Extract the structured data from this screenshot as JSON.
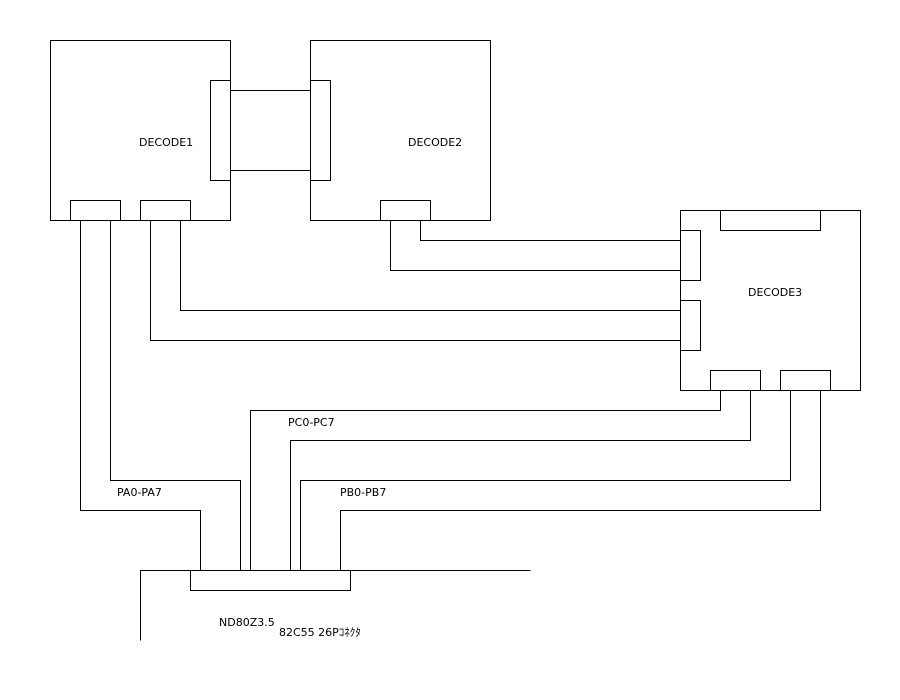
{
  "boards": {
    "decode1": "DECODE1",
    "decode2": "DECODE2",
    "decode3": "DECODE3"
  },
  "signals": {
    "pa": "PA0-PA7",
    "pb": "PB0-PB7",
    "pc": "PC0-PC7"
  },
  "host": {
    "name": "ND80Z3.5",
    "connector": "82C55 26Pｺﾈｸﾀ"
  }
}
